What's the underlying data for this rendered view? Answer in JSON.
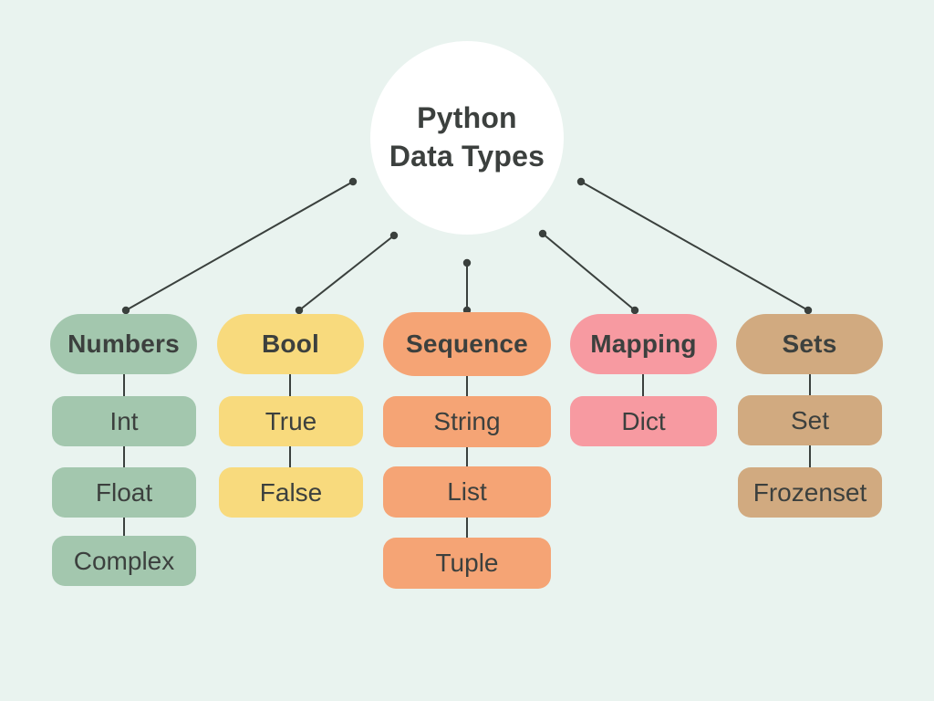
{
  "title": {
    "line1": "Python",
    "line2": "Data Types"
  },
  "colors": {
    "background": "#e9f3ef",
    "circle": "#ffffff",
    "text": "#3c403e",
    "line": "#3a403d",
    "numbers": "#a3c7ae",
    "bool": "#f8da7d",
    "sequence": "#f5a475",
    "mapping": "#f79aa1",
    "sets": "#d1aa80"
  },
  "columns": [
    {
      "label": "Numbers",
      "color": "#a3c7ae",
      "children": [
        "Int",
        "Float",
        "Complex"
      ]
    },
    {
      "label": "Bool",
      "color": "#f8da7d",
      "children": [
        "True",
        "False"
      ]
    },
    {
      "label": "Sequence",
      "color": "#f5a475",
      "children": [
        "String",
        "List",
        "Tuple"
      ]
    },
    {
      "label": "Mapping",
      "color": "#f79aa1",
      "children": [
        "Dict"
      ]
    },
    {
      "label": "Sets",
      "color": "#d1aa80",
      "children": [
        "Set",
        "Frozenset"
      ]
    }
  ]
}
